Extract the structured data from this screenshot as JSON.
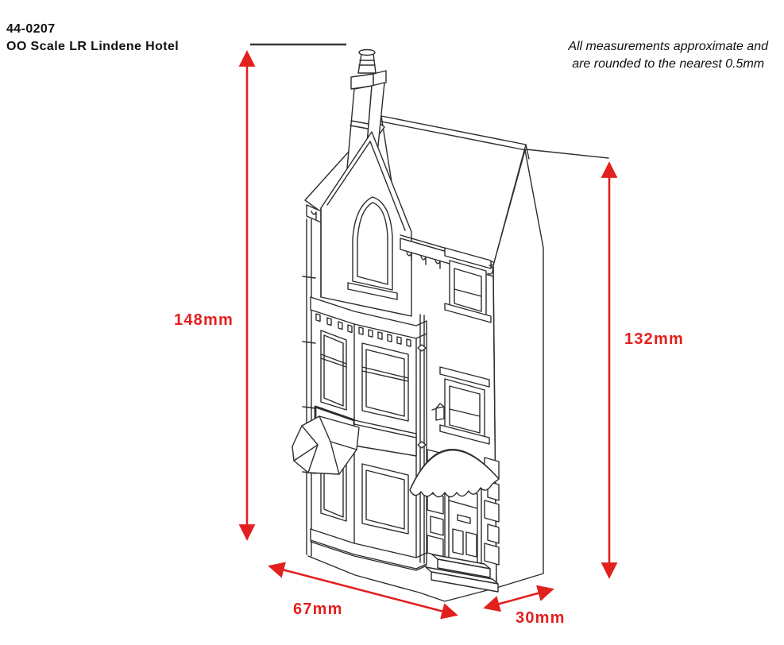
{
  "header": {
    "product_code": "44-0207",
    "product_title": "OO Scale LR Lindene Hotel"
  },
  "note": {
    "line1": "All measurements approximate and",
    "line2": "are rounded to the nearest 0.5mm"
  },
  "dimensions": {
    "overall_height": {
      "label": "148mm"
    },
    "rear_height": {
      "label": "132mm"
    },
    "width": {
      "label": "67mm"
    },
    "depth": {
      "label": "30mm"
    }
  },
  "colors": {
    "dimension_red": "#e2201e",
    "drawing_ink": "#2d2d2d",
    "text_black": "#111111",
    "background": "#ffffff"
  }
}
